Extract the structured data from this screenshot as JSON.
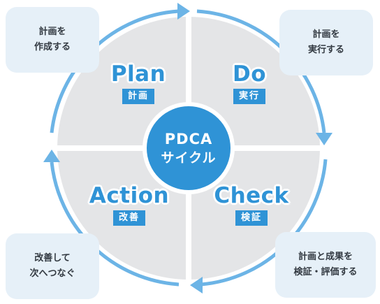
{
  "center": {
    "line1": "PDCA",
    "line2": "サイクル"
  },
  "phases": {
    "plan": {
      "en": "Plan",
      "jp": "計画"
    },
    "do": {
      "en": "Do",
      "jp": "実行"
    },
    "check": {
      "en": "Check",
      "jp": "検証"
    },
    "action": {
      "en": "Action",
      "jp": "改善"
    }
  },
  "callouts": {
    "plan": [
      "計画を",
      "作成する"
    ],
    "do": [
      "計画を",
      "実行する"
    ],
    "check": [
      "計画と成果を",
      "検証・評価する"
    ],
    "action": [
      "改善して",
      "次へつなぐ"
    ]
  },
  "colors": {
    "accent": "#2f93d6",
    "ring": "#6cb4e6",
    "quadrant": "#e4e5e7",
    "center": "#2f93d6",
    "callout_bg": "#e6f0f8"
  }
}
